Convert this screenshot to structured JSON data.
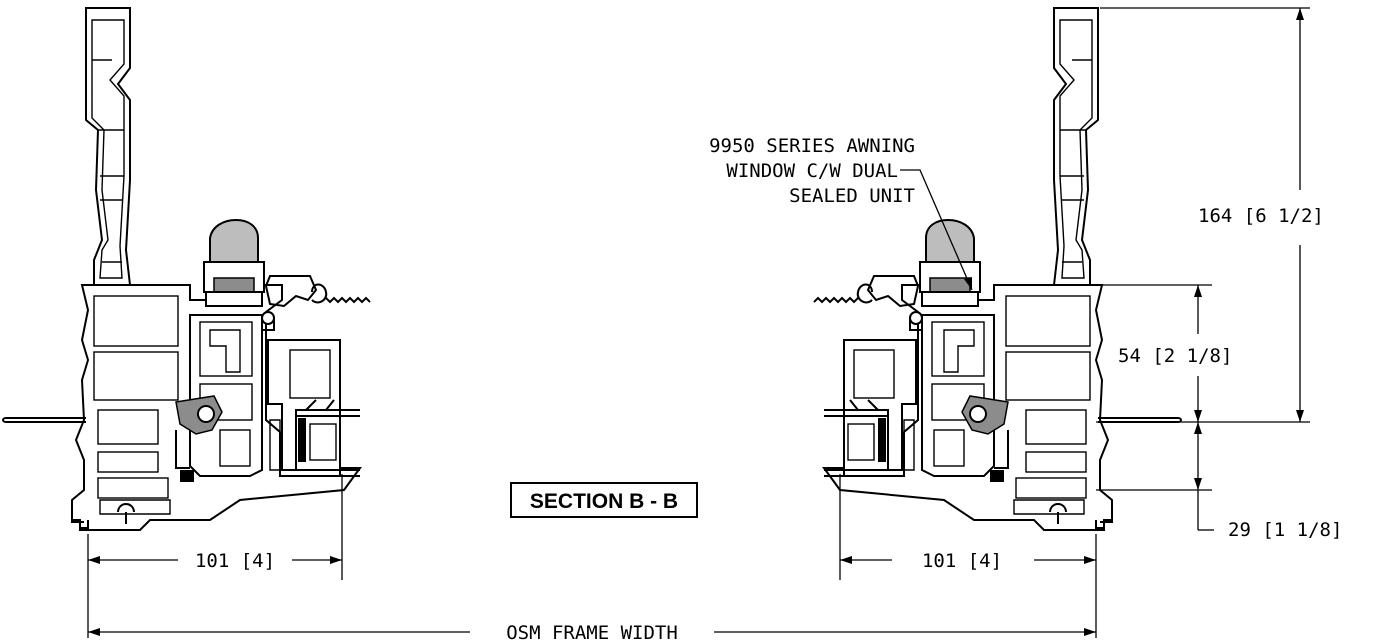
{
  "section_title": "SECTION B - B",
  "callout": {
    "line1": "9950 SERIES AWNING",
    "line2": "WINDOW C/W DUAL",
    "line3": "SEALED UNIT"
  },
  "dimensions": {
    "left_depth": "101 [4]",
    "right_depth": "101 [4]",
    "overall_width": "OSM FRAME WIDTH",
    "height_total": "164 [6 1/2]",
    "height_upper": "54 [2 1/8]",
    "height_lower": "29 [1 1/8]"
  }
}
